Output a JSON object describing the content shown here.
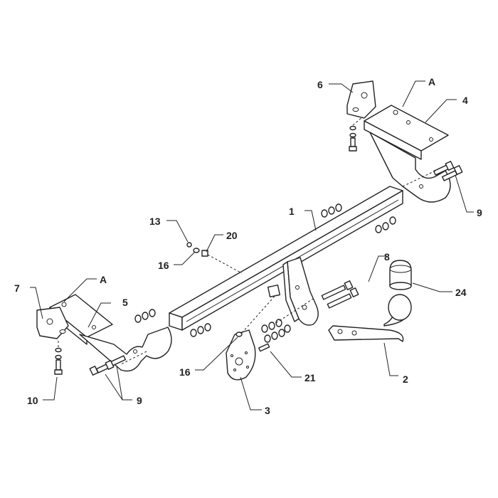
{
  "callouts": {
    "c1": "1",
    "c2": "2",
    "c3": "3",
    "c4": "4",
    "c5": "5",
    "c6": "6",
    "c7": "7",
    "c8": "8",
    "c9a": "9",
    "c9b": "9",
    "c10": "10",
    "c13": "13",
    "c16a": "16",
    "c16b": "16",
    "c20": "20",
    "c21": "21",
    "c24": "24",
    "cAa": "A",
    "cAb": "A"
  }
}
